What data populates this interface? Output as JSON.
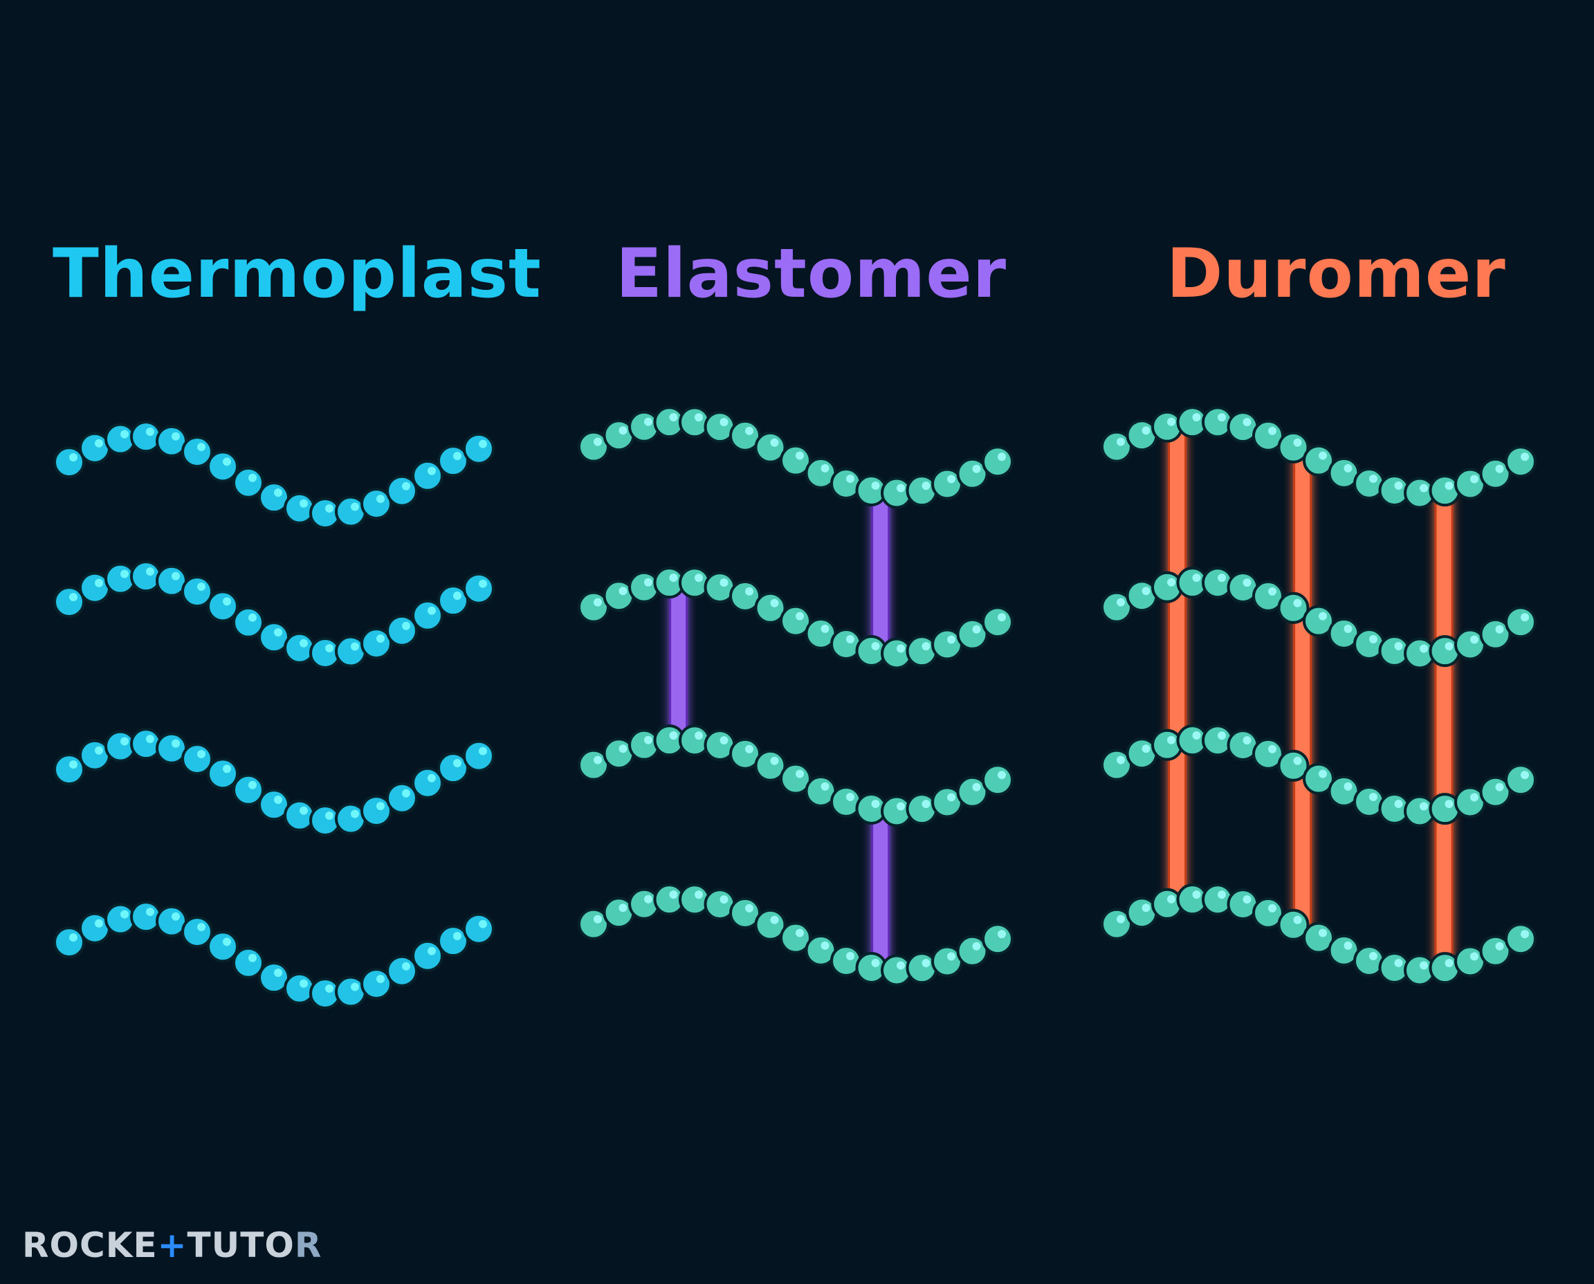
{
  "panels": [
    {
      "title": "Thermoplast",
      "color": "#1ec8f0",
      "bead": "#22c3e6",
      "crosslinks": 0,
      "crosslink_color": ""
    },
    {
      "title": "Elastomer",
      "color": "#9b6cf6",
      "bead": "#4ecdb4",
      "crosslinks": 3,
      "crosslink_color": "#9a66f0"
    },
    {
      "title": "Duromer",
      "color": "#ff7a52",
      "bead": "#4ecdb4",
      "crosslinks": 9,
      "crosslink_color": "#ff7a52"
    }
  ],
  "chains_per_panel": 4,
  "logo": {
    "left": "ROCKE",
    "mid": "+",
    "right": "TUTO",
    "end": "R"
  }
}
